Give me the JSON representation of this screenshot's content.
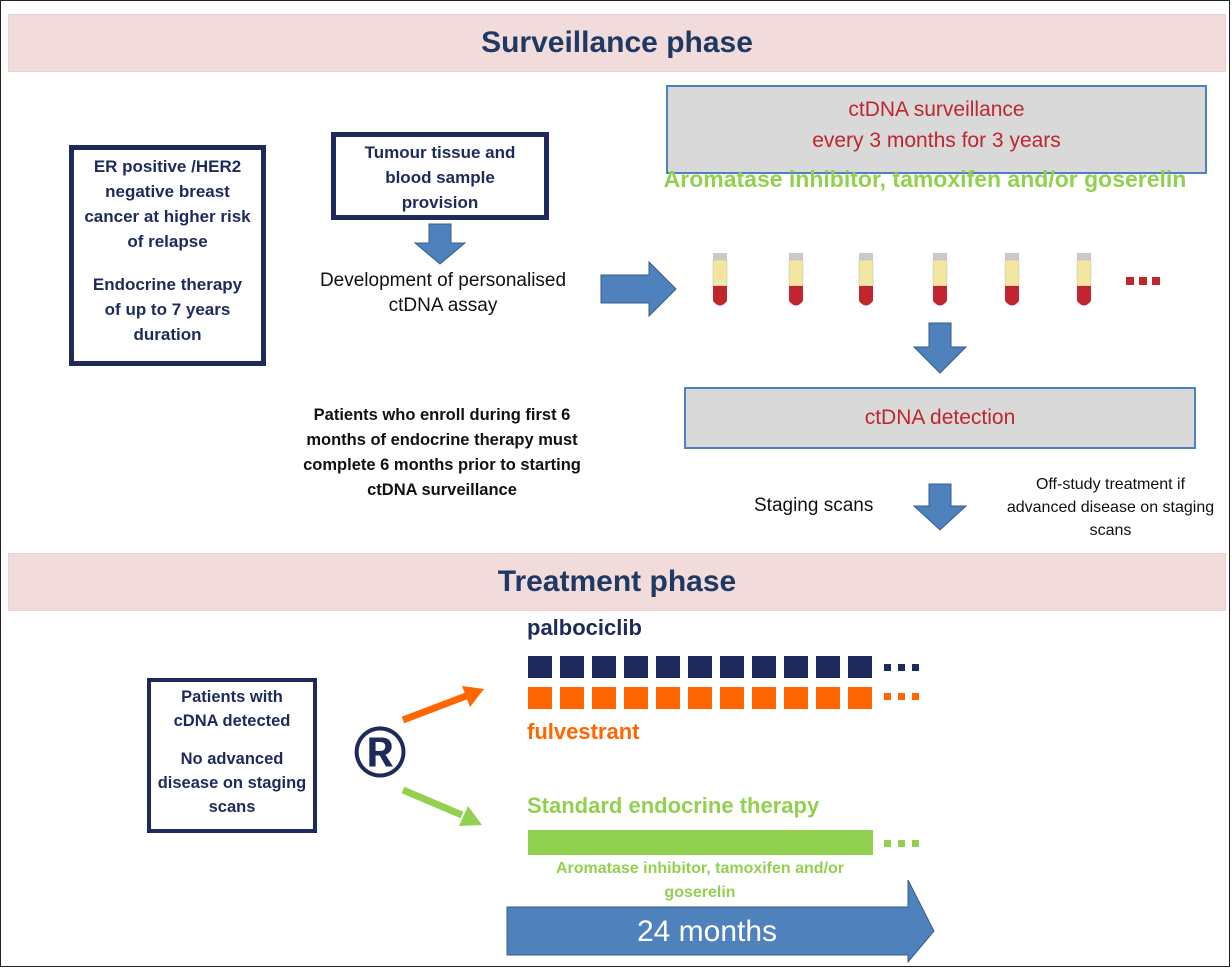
{
  "surveillance": {
    "title": "Surveillance phase",
    "eligibility": {
      "line1": "ER positive /HER2 negative breast cancer at higher risk of relapse",
      "line2": "Endocrine therapy of up to 7 years duration"
    },
    "tissue_box": "Tumour tissue and blood sample provision",
    "assay": "Development of personalised ctDNA assay",
    "enroll_note": "Patients who enroll during first 6 months of endocrine therapy must complete 6 months prior to starting ctDNA surveillance",
    "surveillance_box": {
      "line1": "ctDNA surveillance",
      "line2": "every 3 months for 3 years"
    },
    "therapy_label": "Aromatase inhibitor, tamoxifen and/or goserelin",
    "ellipsis": "...",
    "detection_box": "ctDNA detection",
    "staging": "Staging scans",
    "off_study": "Off-study treatment if advanced disease on staging scans"
  },
  "treatment": {
    "title": "Treatment phase",
    "patients": {
      "line1": "Patients with cDNA detected",
      "line2": "No advanced disease on staging scans"
    },
    "randomisation_symbol": "®",
    "arm_a_drug1": "palbociclib",
    "arm_a_drug2": "fulvestrant",
    "arm_b_label": "Standard endocrine therapy",
    "arm_b_detail": "Aromatase inhibitor, tamoxifen and/or goserelin",
    "duration": "24 months",
    "ellipsis": "..."
  },
  "colors": {
    "navy": "#1f2a5c",
    "orange": "#ff6600",
    "green": "#92d050",
    "arrow_blue": "#4f81bd",
    "red": "#c0262d",
    "band": "#f2dcdb"
  }
}
